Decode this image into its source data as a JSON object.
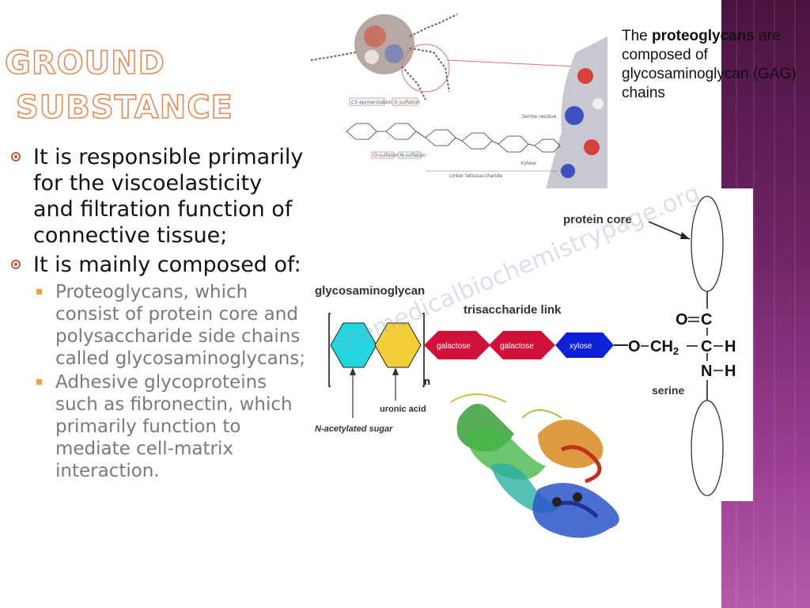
{
  "slide": {
    "title_line1": "GROUND",
    "title_line2": "SUBSTANCE",
    "bullets": [
      "It is responsible primarily for the viscoelasticity and filtration function of connective tissue;",
      "It is mainly composed of:"
    ],
    "sub_bullets": [
      "Proteoglycans, which consist of protein core and polysaccharide side chains called glycosaminoglycans;",
      "Adhesive glycoproteins such as fibronectin, which primarily function to mediate cell-matrix interaction."
    ],
    "caption": {
      "before": "The ",
      "bold": "proteoglycans",
      "after": " are composed of glycosaminoglycan (GAG) chains"
    }
  },
  "figure_top": {
    "labels": {
      "c5": "C5-epimerization",
      "o_sulf": "O-sulfation",
      "serine_residue": "Serine residue",
      "xylose": "Xylose",
      "linker": "Linker tetrasaccharide",
      "o_sulf2": "O-sulfation",
      "n_sulf": "N-sulfation"
    }
  },
  "figure_right": {
    "protein_core": "protein core",
    "gag": "glycosaminoglycan",
    "trisaccharide": "trisaccharide link",
    "galactose1": "galactose",
    "galactose2": "galactose",
    "xylose": "xylose",
    "uronic_acid": "uronic acid",
    "nacetyl": "N-acetylated sugar",
    "n": "n",
    "serine": "serine",
    "o": "O",
    "c": "C",
    "ch2": "CH",
    "ch2_sub": "2",
    "o2": "O",
    "n_atom": "N",
    "h1": "H",
    "h2": "H",
    "watermark": "themedicalbiochemistrypage.org"
  },
  "colors": {
    "band": "#6e2466",
    "title_outline": "#e28a56",
    "bullet_mark": "#c05a3a",
    "sub_bullet_mark": "#e7a24a",
    "hex_cyan": "#22d6e0",
    "hex_yellow": "#f2cf38",
    "galactose": "#d1103a",
    "xylose": "#1020d8"
  }
}
